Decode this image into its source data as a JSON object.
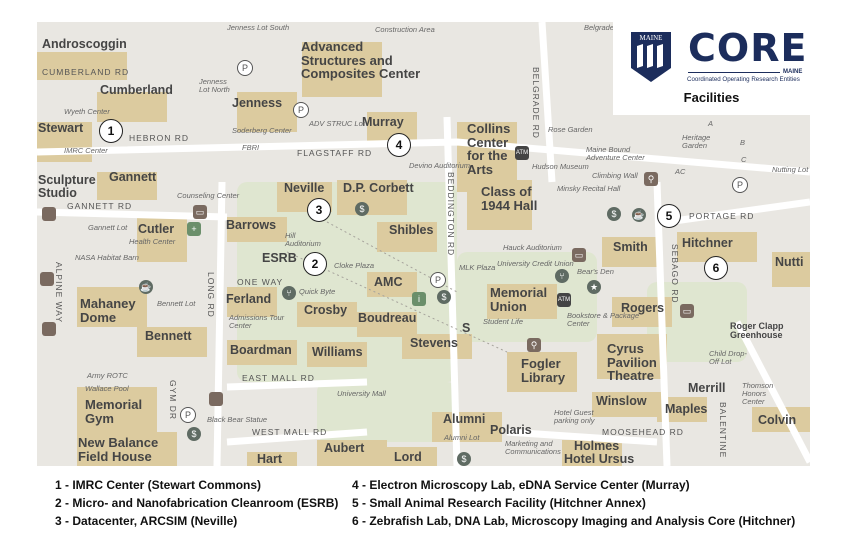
{
  "header": {
    "logo_maine_text": "MAINE",
    "logo_core_text": "CORE",
    "logo_core_maine": "MAINE",
    "logo_subtitle": "Coordinated Operating Research Entities",
    "title": "Facilities"
  },
  "map": {
    "colors": {
      "background": "#e9e7e2",
      "building": "#dccb9f",
      "road": "#ffffff",
      "green": "#dfe6d0",
      "marker_border": "#222222"
    },
    "buildings": [
      "Androscoggin",
      "Cumberland",
      "Stewart",
      "Gannett",
      "Sculpture Studio",
      "Cutler",
      "Mahaney Dome",
      "Bennett",
      "Memorial Gym",
      "New Balance Field House",
      "Advanced Structures and Composites Center",
      "Jenness",
      "Murray",
      "Neville",
      "D.P. Corbett",
      "Barrows",
      "ESRB",
      "Shibles",
      "Collins Center for the Arts",
      "Class of 1944 Hall",
      "AMC",
      "Ferland",
      "Crosby",
      "Boudreau",
      "Stevens",
      "Memorial Union",
      "Boardman",
      "Williams",
      "Fogler Library",
      "Smith",
      "Rogers",
      "Hitchner",
      "Nutti",
      "Cyrus Pavilion Theatre",
      "Winslow",
      "Maples",
      "Merrill",
      "Colvin",
      "Alumni",
      "Polaris",
      "Aubert",
      "Lord",
      "Hart",
      "Holmes",
      "Hotel Ursus",
      "Roger Clapp Greenhouse",
      "S"
    ],
    "roads": [
      "CUMBERLAND RD",
      "HEBRON RD",
      "GANNETT RD",
      "FLAGSTAFF RD",
      "LONG RD",
      "EAST MALL RD",
      "WEST MALL RD",
      "BEDDINGTON RD",
      "BELGRADE RD",
      "SEBAGO RD",
      "PORTAGE RD",
      "MOOSEHEAD RD",
      "ALPINE WAY",
      "ONE WAY",
      "GYM DR",
      "BALENTINE"
    ],
    "small_labels": [
      "Jenness Lot South",
      "Jenness Lot North",
      "Wyeth Center",
      "IMRC Center",
      "Soderberg Center",
      "FBRI",
      "ADV STRUC Lot",
      "Construction Area",
      "Devino Auditorium",
      "Counseling Center",
      "Gannett Lot",
      "Health Center",
      "NASA Habitat Barn",
      "Hill Auditorium",
      "Cloke Plaza",
      "Quick Byte",
      "Admissions Tour Center",
      "Bennett Lot",
      "Army ROTC",
      "Wallace Pool",
      "Black Bear Statue",
      "University Mall",
      "Hudson Museum",
      "Minsky Recital Hall",
      "Hauck Auditorium",
      "MLK Plaza",
      "University Credit Union",
      "Bear's Den",
      "Student Life",
      "Bookstore & Package Center",
      "Rose Garden",
      "Maine Bound Adventure Center",
      "Climbing Wall",
      "Heritage Garden",
      "Nutting Lot",
      "Child Drop-Off Lot",
      "Thomson Honors Center",
      "Hotel Guest parking only",
      "Marketing and Communications",
      "Alumni Lot",
      "Belgrade",
      "AC",
      "A",
      "B",
      "C"
    ],
    "markers": [
      "1",
      "2",
      "3",
      "4",
      "5",
      "6"
    ]
  },
  "legend": {
    "items": [
      "1 - IMRC Center (Stewart Commons)",
      "2 - Micro- and Nanofabrication Cleanroom (ESRB)",
      "3 - Datacenter, ARCSIM (Neville)",
      "4 - Electron Microscopy Lab, eDNA Service Center (Murray)",
      "5 - Small Animal Research Facility (Hitchner Annex)",
      "6 - Zebrafish Lab, DNA Lab, Microscopy Imaging and Analysis Core (Hitchner)"
    ]
  }
}
